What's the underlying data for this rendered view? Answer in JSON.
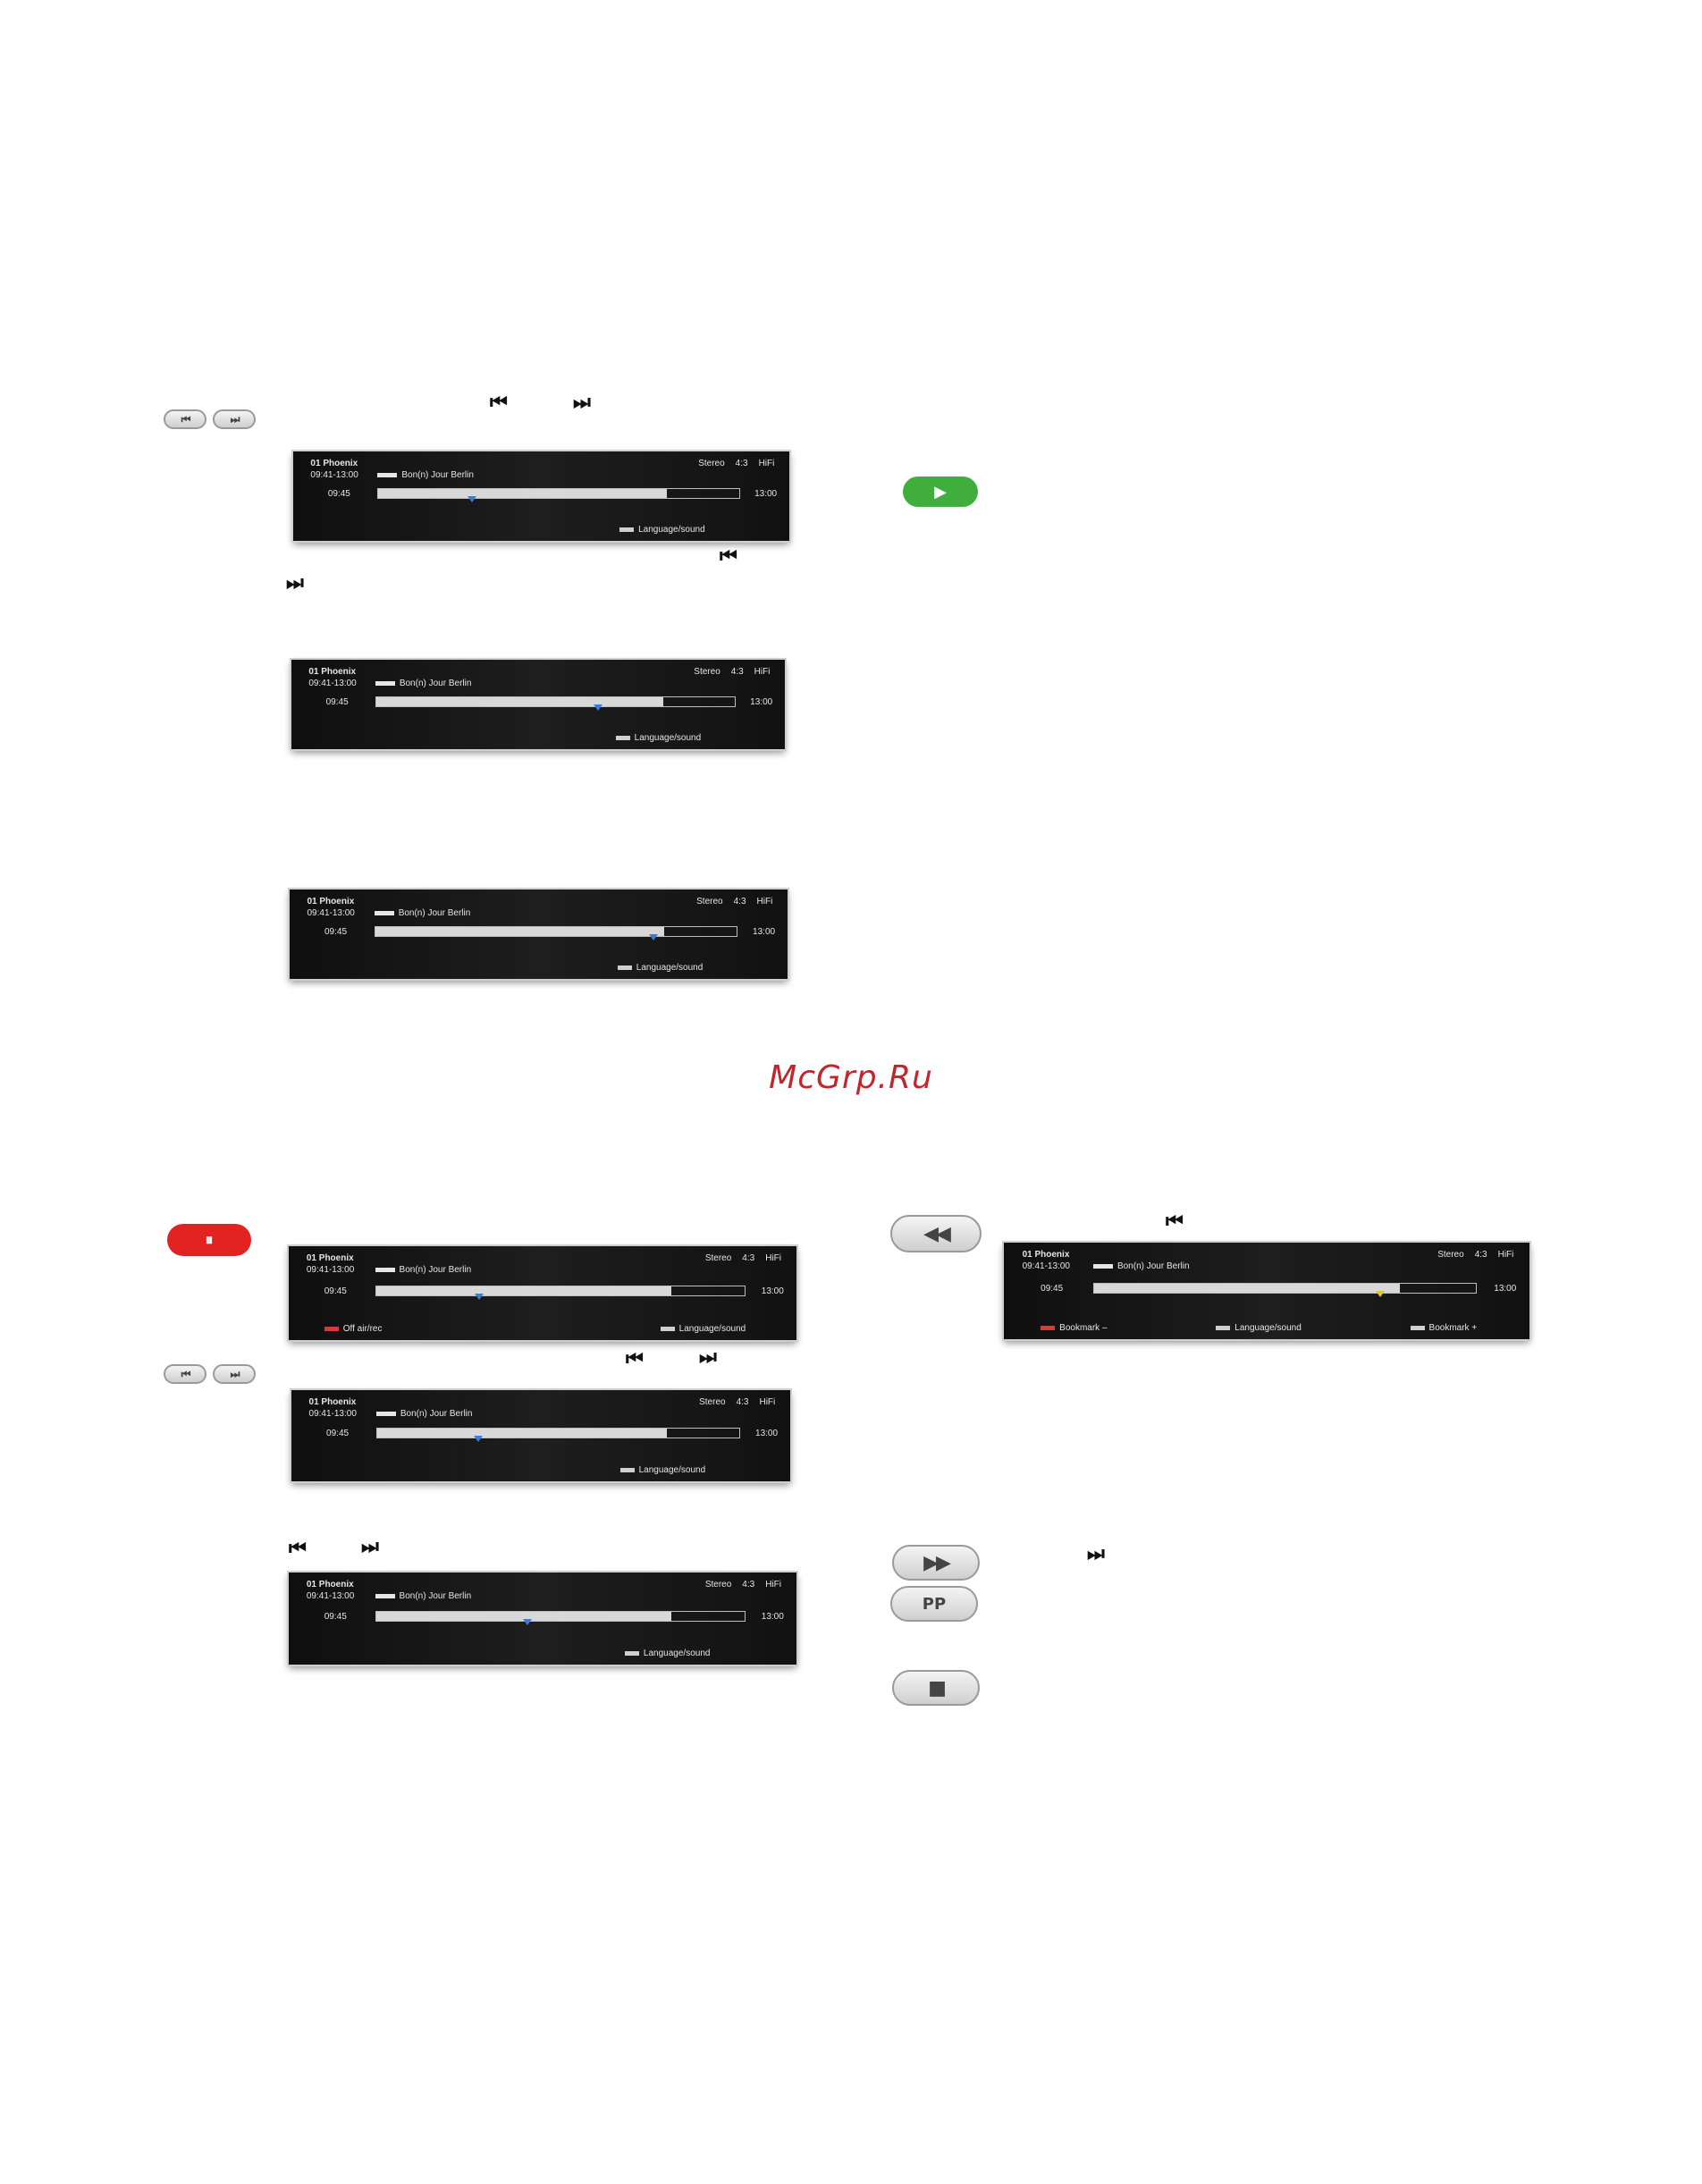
{
  "watermark": "McGrp.Ru",
  "icons": {
    "skip_back": "⏮",
    "skip_fwd": "⏭",
    "rewind": "◀◀",
    "fast_forward": "▶▶",
    "play": "▶",
    "pause": "⏸",
    "stop": "■"
  },
  "keys": {
    "pp_label": "PP"
  },
  "colors": {
    "play_key": "#3fae3c",
    "pause_key": "#e32222",
    "marker": "#3d7bd8",
    "watermark": "#c0262c"
  },
  "banner": {
    "channel": "01 Phoenix",
    "time_range": "09:41-13:00",
    "program": "Bon(n) Jour Berlin",
    "audio": "Stereo",
    "ratio": "4:3",
    "quality": "HiFi",
    "start": "09:45",
    "end": "13:00",
    "language": "Language/sound",
    "off_air": "Off air/rec",
    "bookmark": "Bookmark +",
    "bookmark_minus": "Bookmark –"
  },
  "progress": {
    "filled": 0.8
  }
}
